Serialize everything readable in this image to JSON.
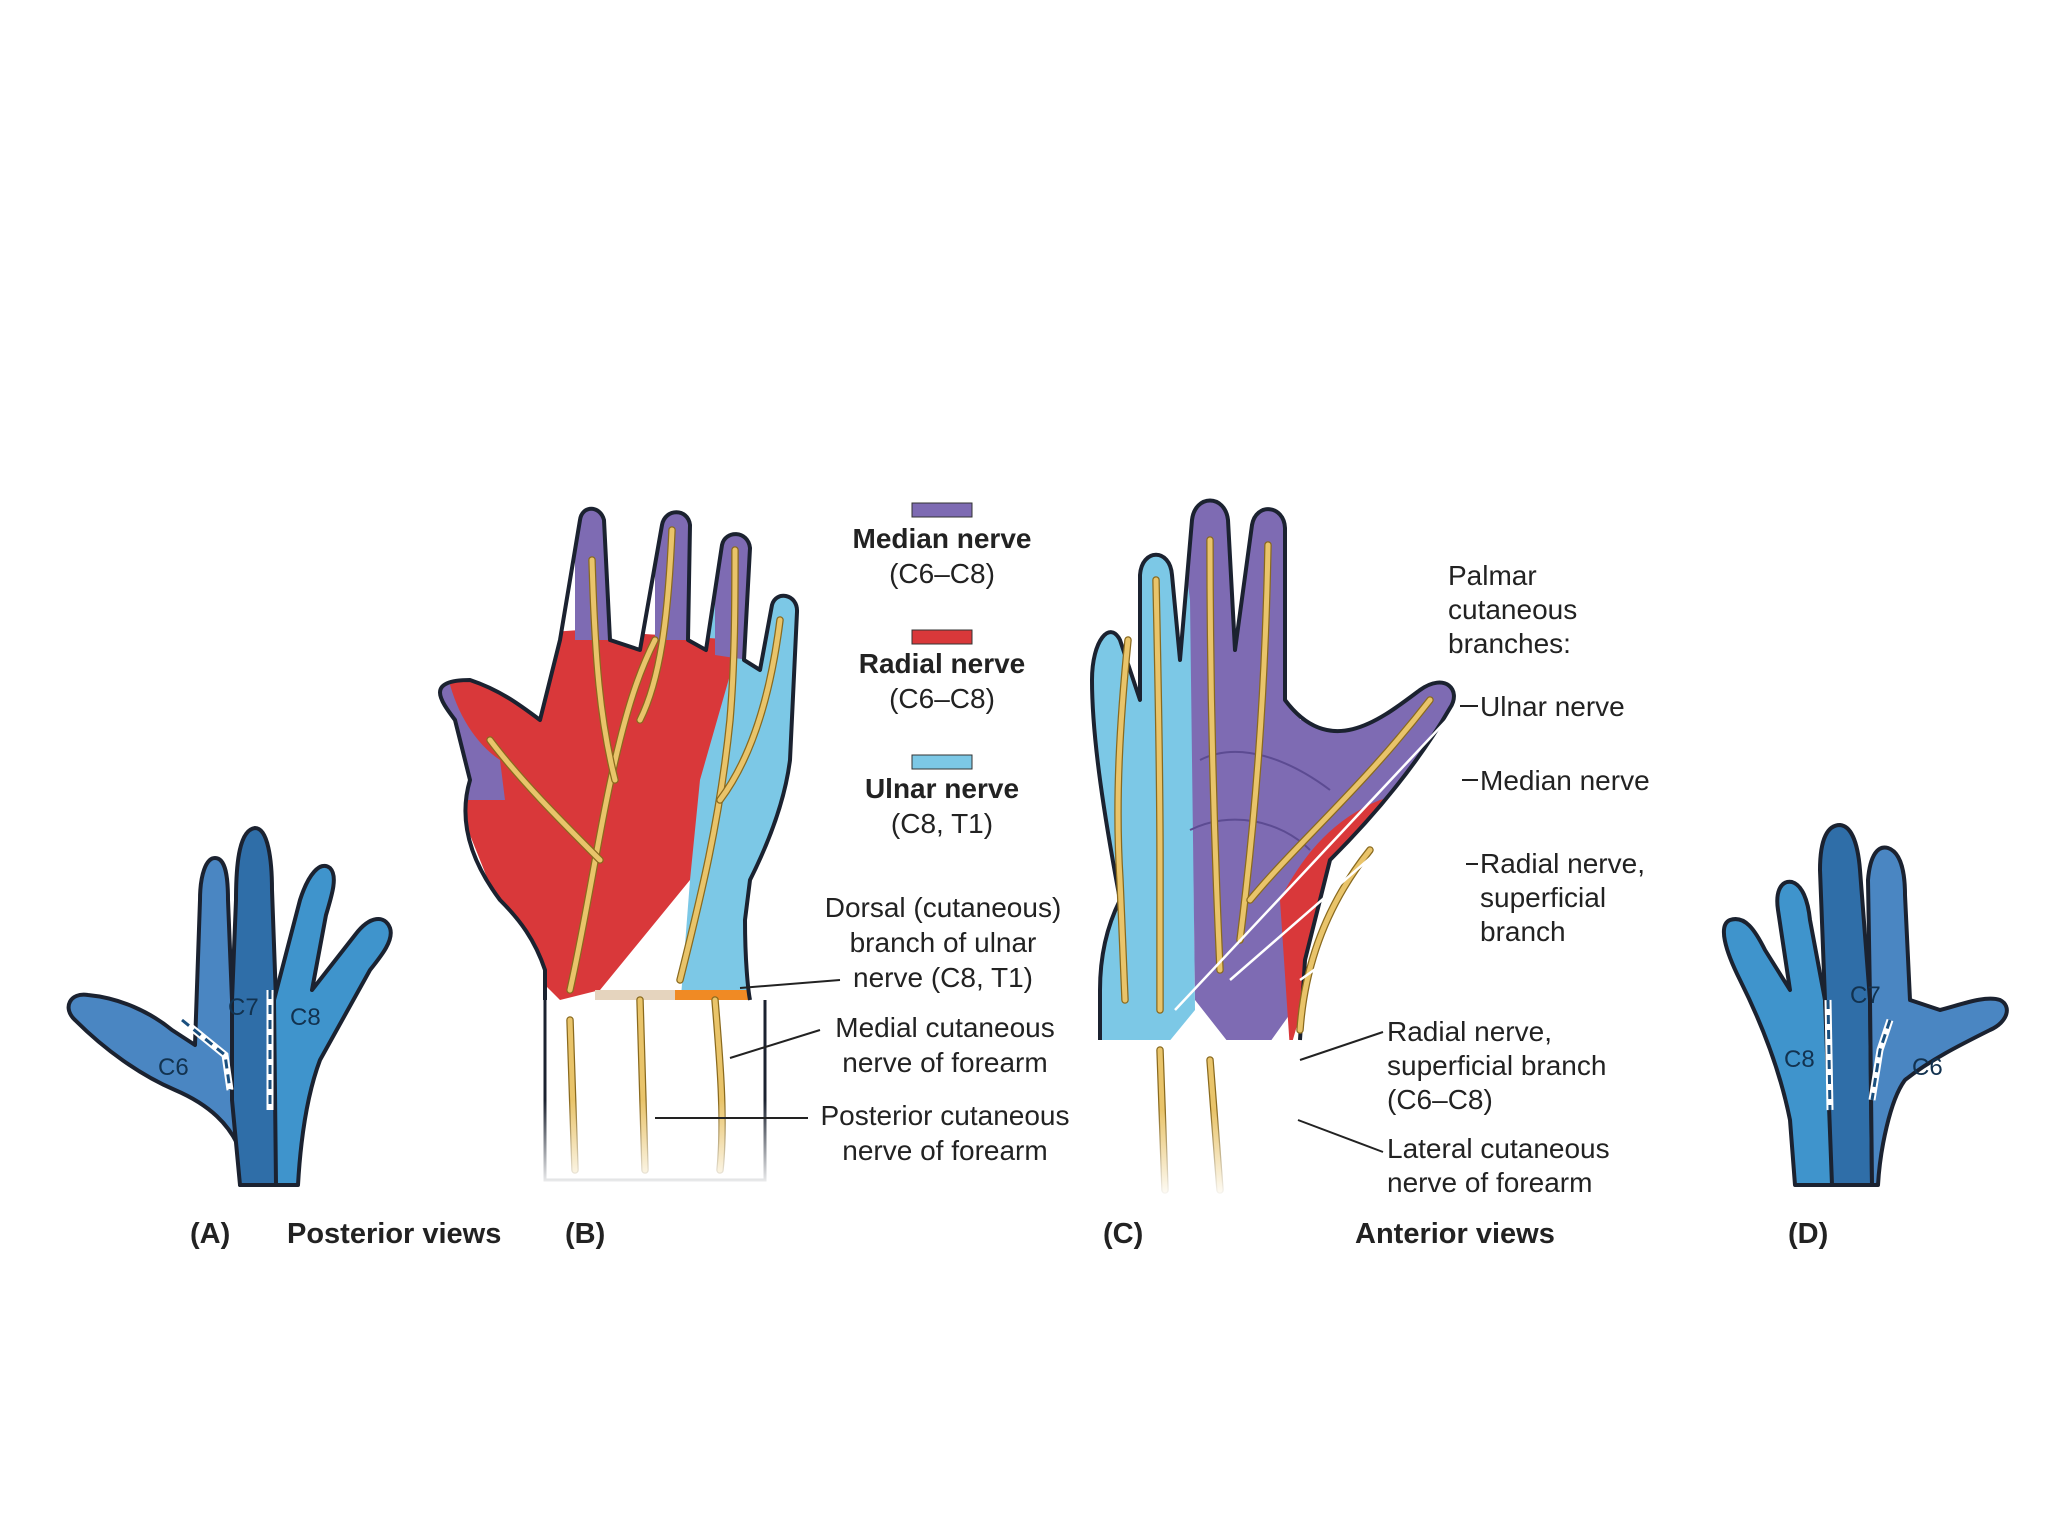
{
  "legend": {
    "median": {
      "name": "Median nerve",
      "roots": "(C6–C8)",
      "color": "#7e6bb3"
    },
    "radial": {
      "name": "Radial nerve",
      "roots": "(C6–C8)",
      "color": "#d9383a"
    },
    "ulnar": {
      "name": "Ulnar nerve",
      "roots": "(C8, T1)",
      "color": "#7cc8e6"
    }
  },
  "colors": {
    "dermatome_c6": "#4a86c2",
    "dermatome_c7": "#2f6ea8",
    "dermatome_c8": "#3f94cc",
    "medial_cutaneous_forearm": "#f08a24",
    "posterior_cutaneous_forearm": "#e5d4be",
    "lateral_cutaneous_forearm": "#1fa37a",
    "nerve_branches": "#e9c46a"
  },
  "panels": {
    "a": {
      "label": "(A)",
      "segments": {
        "c6": "C6",
        "c7": "C7",
        "c8": "C8"
      }
    },
    "b": {
      "label": "(B)"
    },
    "c": {
      "label": "(C)"
    },
    "d": {
      "label": "(D)",
      "segments": {
        "c6": "C6",
        "c7": "C7",
        "c8": "C8"
      }
    }
  },
  "captions": {
    "posterior": "Posterior views",
    "anterior": "Anterior views"
  },
  "posterior_labels": {
    "dorsal_branch": [
      "Dorsal (cutaneous)",
      "branch of ulnar",
      "nerve (C8, T1)"
    ],
    "medial_cutaneous": [
      "Medial cutaneous",
      "nerve of forearm"
    ],
    "posterior_cutaneous": [
      "Posterior cutaneous",
      "nerve of forearm"
    ]
  },
  "anterior_labels": {
    "palmar_heading": [
      "Palmar",
      "cutaneous",
      "branches:"
    ],
    "ulnar": "Ulnar nerve",
    "median": "Median nerve",
    "radial_superficial": [
      "Radial nerve,",
      "superficial",
      "branch"
    ],
    "radial_superficial_roots": [
      "Radial nerve,",
      "superficial branch",
      "(C6–C8)"
    ],
    "lateral_cutaneous": [
      "Lateral cutaneous",
      "nerve of forearm"
    ]
  }
}
